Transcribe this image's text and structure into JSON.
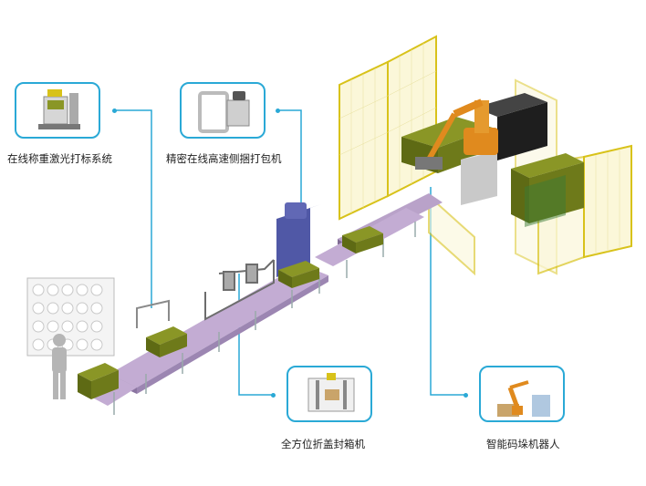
{
  "callouts": [
    {
      "id": "weighing",
      "label": "在线称重激光打标系统"
    },
    {
      "id": "strapping",
      "label": "精密在线高速侧捆打包机"
    },
    {
      "id": "sealing",
      "label": "全方位折盖封箱机"
    },
    {
      "id": "palletizing",
      "label": "智能码垛机器人"
    }
  ],
  "colors": {
    "accent": "#2aa9d6",
    "conveyor": "#b9a2c9",
    "fence": "#e8d21e",
    "box": "#6e7a1a",
    "robot": "#e08a1e",
    "machine": "#5058a6"
  }
}
